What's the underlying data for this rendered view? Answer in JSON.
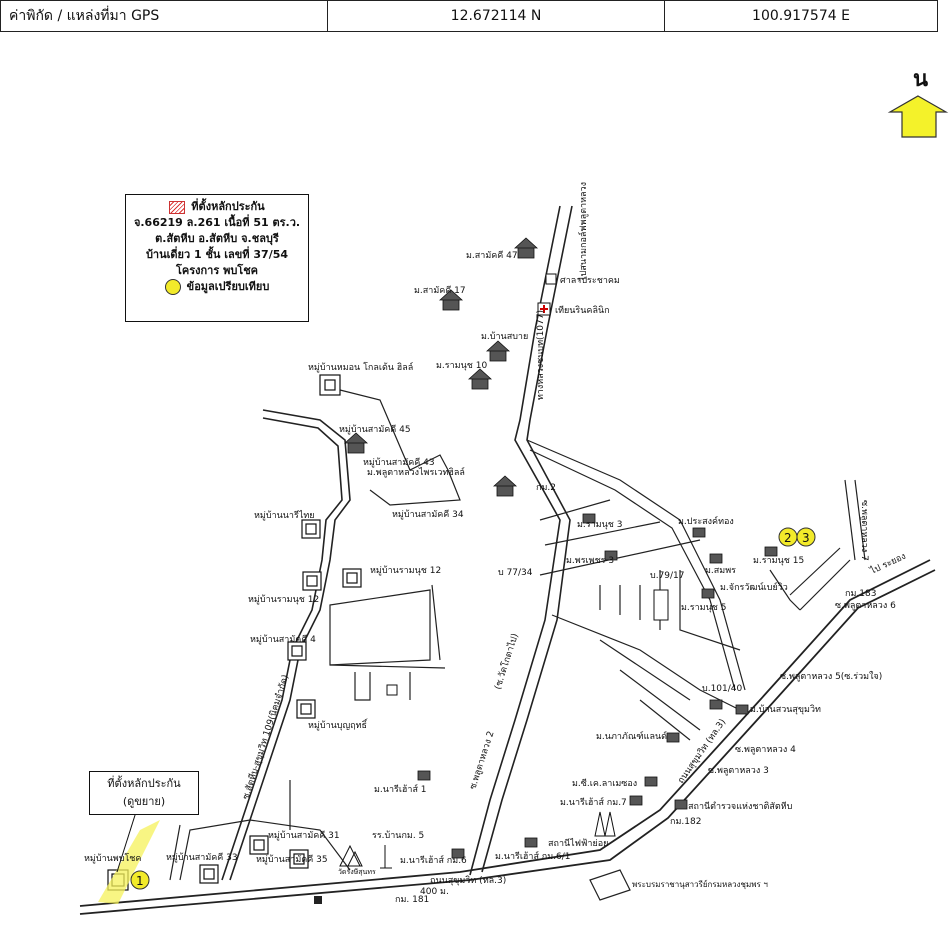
{
  "gps": {
    "label": "ค่าพิกัด / แหล่งที่มา GPS",
    "latitude": "12.672114 N",
    "longitude": "100.917574 E"
  },
  "north": {
    "letter": "น",
    "arrow_color": "#f4f22a"
  },
  "legend": {
    "subject_title": "ที่ตั้งหลักประกัน",
    "line1": "จ.66219 ล.261 เนื้อที่ 51 ตร.ว.",
    "line2": "ต.สัตหีบ อ.สัตหีบ จ.ชลบุรี",
    "line3": "บ้านเดี่ยว 1 ชั้น เลขที่ 37/54",
    "line4": "โครงการ พบโชค",
    "comparable_label": "ข้อมูลเปรียบเทียบ"
  },
  "callout": {
    "title": "ที่ตั้งหลักประกัน",
    "subtitle": "(ดูขยาย)"
  },
  "markers": [
    {
      "number": "1",
      "color": "#f2ea2a"
    },
    {
      "number": "2",
      "color": "#f2ea2a"
    },
    {
      "number": "3",
      "color": "#f2ea2a"
    }
  ],
  "labels": {
    "sam_makkhi_47": "ม.สามัคคี 47",
    "sala_prachakhom": "ศาลาประชาคม",
    "road_1077": "ไปสนามกอล์ฟพลูตาหลวง",
    "road_1077b": "ทางหลวงชนบท(1077)",
    "sam_makkhi_17": "ม.สามัคคี 17",
    "clinic": "เทียนรินคลินิก",
    "ban_sabai": "ม.บ้านสบาย",
    "ram_nuch_10": "ม.รามนุช 10",
    "mon_golden_hill": "หมู่บ้านหมอน โกลเด้น ฮิลล์",
    "sam_makkhi_45": "หมู่บ้านสามัคคี 45",
    "sam_makkhi_43": "หมู่บ้านสามัคคี 43",
    "phlu_ta_luang_phrai": "ม.พลูตาหลวงไพรเวทฮิลล์",
    "km2": "กม.2",
    "sam_makkhi_34": "หมู่บ้านสามัคคี 34",
    "nari_thai": "หมู่บ้านนารีไทย",
    "ram_nuch_3": "ม.รามนุช 3",
    "prasong_thong": "ม.ประสงค์ทอง",
    "phet_3": "ม.พรเพชร 3",
    "b77_34": "บ 77/34",
    "b79_17": "บ.79/17",
    "ram_nuch_12_right": "หมู่บ้านรามนุช 12",
    "ram_nuch_12_left": "หมู่บ้านรามนุช 12",
    "somporn": "ม.สมพร",
    "chakrawan_bay": "ม.จักรวัฒน์เบย์วิว",
    "ram_nuch_15": "ม.รามนุช 15",
    "ram_nuch_5": "ม.รามนุช 5",
    "km183": "กม.183",
    "phlu_ta_luang_6": "ซ.พลูตาหลวง 6",
    "phlu_ta_luang_7": "ซ.พลูตาหลวง 7",
    "to_rayong": "ไป ระยอง",
    "sam_makkhi_4": "หมู่บ้านสามัคคี 4",
    "phlu_ta_luang_5": "ซ.พลูตาหลวง 5(ซ.ร่วมใจ)",
    "b101_40": "บ.101/40",
    "suan_sukhumvit": "ม.บ้านสวนสุขุมวิท",
    "bunyarit": "หมู่บ้านบุญฤทธิ์",
    "phlu_ta_luang_2": "ซ.พลูตาหลวง 2",
    "wat_road": "(ซ.วัดโกตาไป)",
    "nabhaphat_land": "ม.นภาภัณฑ์แลนด์",
    "phlu_ta_luang_4": "ซ.พลูตาหลวง 4",
    "phlu_ta_luang_3": "ซ.พลูตาหลวง 3",
    "sukhumvit_side": "ถนนสุขุมวิท (ทล.3)",
    "sattahip_soi": "ซ.สัตหีบ-สุขุมวิท 109(นิคมจำกัด)",
    "nari_sao_1": "ม.นารีเฮ้าส์ 1",
    "sk_home": "ม.ซี.เค.ลาเมซอง",
    "nari_sao_7": "ม.นารีเฮ้าส์ กม.7",
    "police_station": "สถานีตำรวจแห่งชาติสัตหีบ",
    "km182": "กม.182",
    "sam_makkhi_31": "หมู่บ้านสามัคคี 31",
    "school_km5": "รร.บ้านกม. 5",
    "sam_makkhi_35": "หมู่บ้านสามัคคี 35",
    "nari_sao_6": "ม.นารีเฮ้าส์ กม.6",
    "wat_name": "วัดรังษีสุนทร",
    "nari_sao_6_1": "ม.นารีเฮ้าส์ กม.6/1",
    "substation": "สถานีไฟฟ้าย่อย",
    "phobchok": "หมู่บ้านพบโชค",
    "sam_makkhi_33": "หมู่บ้านสามัคคี 33",
    "sukhumvit_main": "ถนนสุขุมวิท (ทล.3)",
    "distance_400": "400 ม.",
    "km181": "กม. 181",
    "monument": "พระบรมราชานุสาวรีย์กรมหลวงชุมพร ฯ"
  }
}
